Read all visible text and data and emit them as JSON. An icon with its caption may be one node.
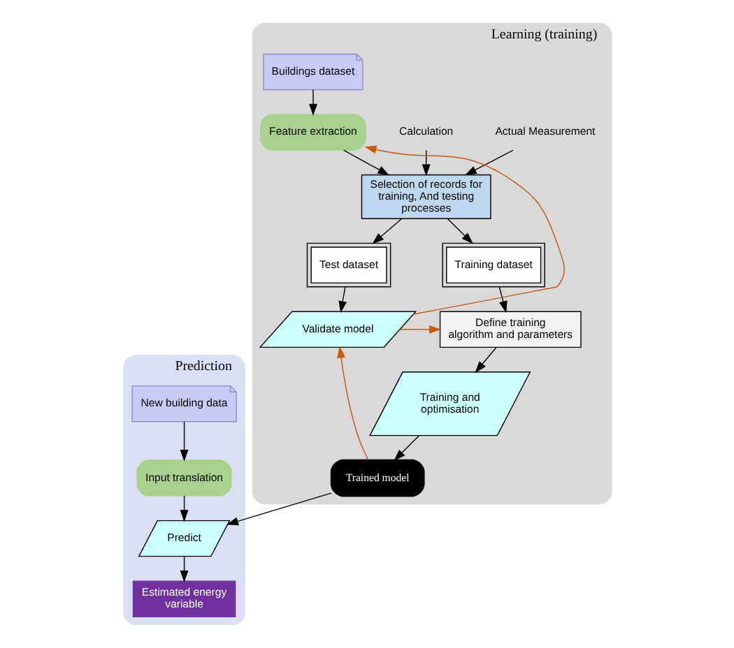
{
  "diagram": {
    "nodes": [
      {
        "text": [
          "Learning (training)"
        ]
      },
      {
        "text": [
          "Actual Measurement"
        ],
        "in": 0
      },
      {
        "text": [
          "Calculation"
        ],
        "in": 0
      },
      {
        "text": [
          "Buildings dataset"
        ],
        "in": 0
      },
      {
        "text": [
          "Feature extraction"
        ],
        "in": 0
      },
      {
        "text": [
          "Selection of records for training, And testing processes"
        ],
        "in": 0
      },
      {
        "text": [
          "Test dataset"
        ],
        "in": 0
      },
      {
        "text": [
          "Training dataset"
        ],
        "in": 0
      },
      {
        "text": [
          "Define training algorithm and parameters"
        ],
        "in": 0
      },
      {
        "text": [
          "Validate model"
        ],
        "in": 0
      },
      {
        "text": [
          "Training and optimisation"
        ],
        "in": 0
      },
      {
        "text": [
          "Trained model"
        ],
        "in": 0
      },
      {
        "text": [
          "Prediction"
        ]
      },
      {
        "text": [
          "New building data"
        ],
        "in": 12
      },
      {
        "text": [
          "Input translation"
        ],
        "in": 12
      },
      {
        "text": [
          "Predict"
        ],
        "in": 12
      },
      {
        "text": [
          "Estimated energy variable"
        ],
        "in": 12
      }
    ],
    "edges": [
      {
        "from": 1,
        "to": 5,
        "arrow": "to"
      },
      {
        "from": 2,
        "to": 5,
        "arrow": "to"
      },
      {
        "from": 3,
        "to": 4,
        "arrow": "to"
      },
      {
        "from": 4,
        "to": 5,
        "arrow": "to"
      },
      {
        "from": 5,
        "to": 6,
        "arrow": "to"
      },
      {
        "from": 5,
        "to": 7,
        "arrow": "to"
      },
      {
        "from": 6,
        "to": 9,
        "arrow": "to"
      },
      {
        "from": 7,
        "to": 8,
        "arrow": "to"
      },
      {
        "from": 9,
        "to": 4,
        "arrow": "to",
        "color": "#c55a11"
      },
      {
        "from": 9,
        "to": 8,
        "arrow": "to",
        "color": "#c55a11"
      },
      {
        "from": 8,
        "to": 10,
        "arrow": "to"
      },
      {
        "from": 10,
        "to": 11,
        "arrow": "to"
      },
      {
        "from": 11,
        "to": 9,
        "arrow": "to",
        "color": "#c55a11"
      },
      {
        "from": 11,
        "to": 15,
        "arrow": "to"
      },
      {
        "from": 13,
        "to": 14,
        "arrow": "to"
      },
      {
        "from": 14,
        "to": 15,
        "arrow": "to"
      },
      {
        "from": 15,
        "to": 16,
        "arrow": "to"
      }
    ]
  }
}
